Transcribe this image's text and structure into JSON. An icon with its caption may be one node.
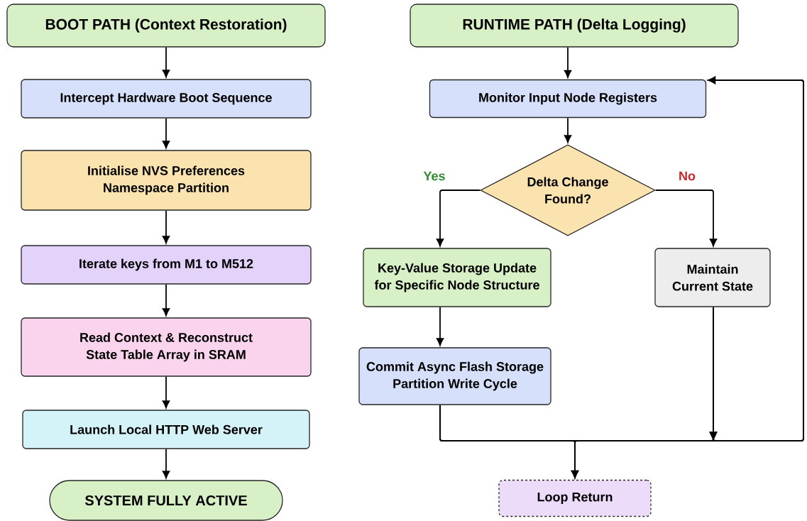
{
  "diagram": {
    "nodes": [
      {
        "text": [
          "BOOT PATH (Context Restoration)"
        ]
      },
      {
        "text": [
          "Intercept Hardware Boot Sequence"
        ]
      },
      {
        "text": [
          "Initialise NVS Preferences Namespace Partition"
        ]
      },
      {
        "text": [
          "Iterate keys from M1 to M512"
        ]
      },
      {
        "text": [
          "Read Context & Reconstruct State Table Array in SRAM"
        ]
      },
      {
        "text": [
          "Launch Local HTTP Web Server"
        ]
      },
      {
        "text": [
          "SYSTEM FULLY ACTIVE"
        ]
      },
      {
        "text": [
          "RUNTIME PATH (Delta Logging)"
        ]
      },
      {
        "text": [
          "Monitor Input Node Registers"
        ]
      },
      {
        "text": [
          "Delta Change Found?"
        ]
      },
      {
        "text": [
          "Key-Value Storage Update for Specific Node Structure"
        ]
      },
      {
        "text": [
          "Maintain Current State"
        ]
      },
      {
        "text": [
          "Commit Async Flash Storage Partition Write Cycle"
        ]
      },
      {
        "text": [
          "Loop Return"
        ]
      }
    ],
    "edges": [
      {
        "from": 0,
        "to": 1,
        "arrow": "to"
      },
      {
        "from": 1,
        "to": 2,
        "arrow": "to"
      },
      {
        "from": 2,
        "to": 3,
        "arrow": "to"
      },
      {
        "from": 3,
        "to": 4,
        "arrow": "to"
      },
      {
        "from": 4,
        "to": 5,
        "arrow": "to"
      },
      {
        "from": 5,
        "to": 6,
        "arrow": "to"
      },
      {
        "from": 7,
        "to": 8,
        "arrow": "to"
      },
      {
        "from": 8,
        "to": 9,
        "arrow": "to"
      },
      {
        "from": 9,
        "to": 10,
        "arrow": "to",
        "label": "Yes"
      },
      {
        "from": 9,
        "to": 11,
        "arrow": "to",
        "label": "No"
      },
      {
        "from": 10,
        "to": 12,
        "arrow": "to"
      },
      {
        "from": 12,
        "to": 13,
        "arrow": "to"
      },
      {
        "from": 11,
        "to": 13,
        "arrow": "to"
      },
      {
        "from": 12,
        "to": 8,
        "arrow": "to"
      },
      {
        "from": 11,
        "to": 8,
        "arrow": "to"
      }
    ]
  }
}
